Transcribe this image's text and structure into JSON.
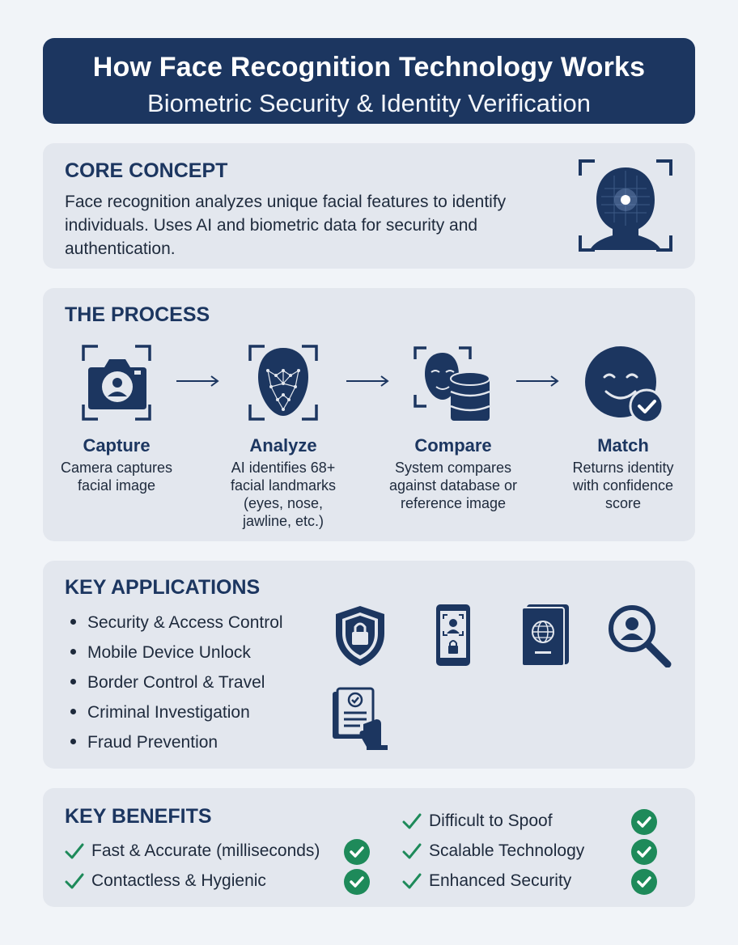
{
  "header": {
    "title": "How Face Recognition Technology Works",
    "subtitle": "Biometric Security & Identity Verification"
  },
  "core": {
    "title": "CORE CONCEPT",
    "text": "Face recognition analyzes unique facial features to identify individuals. Uses AI and biometric data for security and authentication.",
    "icon": "face-scan-icon"
  },
  "process": {
    "title": "THE PROCESS",
    "steps": [
      {
        "name": "Capture",
        "desc": "Camera captures facial image",
        "icon": "camera-icon"
      },
      {
        "name": "Analyze",
        "desc": "AI identifies 68+ facial landmarks (eyes, nose, jawline, etc.)",
        "icon": "face-mesh-icon"
      },
      {
        "name": "Compare",
        "desc": "System compares against database or reference image",
        "icon": "database-icon"
      },
      {
        "name": "Match",
        "desc": "Returns identity with confidence score",
        "icon": "smile-check-icon"
      }
    ]
  },
  "apps": {
    "title": "KEY APPLICATIONS",
    "items": [
      "Security & Access Control",
      "Mobile Device Unlock",
      "Border Control & Travel",
      "Criminal Investigation",
      "Fraud Prevention"
    ],
    "icons": [
      "shield-lock-icon",
      "phone-lock-icon",
      "passport-icon",
      "search-person-icon",
      "document-check-icon"
    ]
  },
  "benefits": {
    "title": "KEY BENEFITS",
    "items": [
      "Fast & Accurate (milliseconds)",
      "Contactless & Hygienic",
      "Difficult to Spoof",
      "Scalable Technology",
      "Enhanced Security"
    ]
  },
  "colors": {
    "navy": "#1c3660",
    "card": "#e3e7ee",
    "green": "#1e8a5a"
  }
}
